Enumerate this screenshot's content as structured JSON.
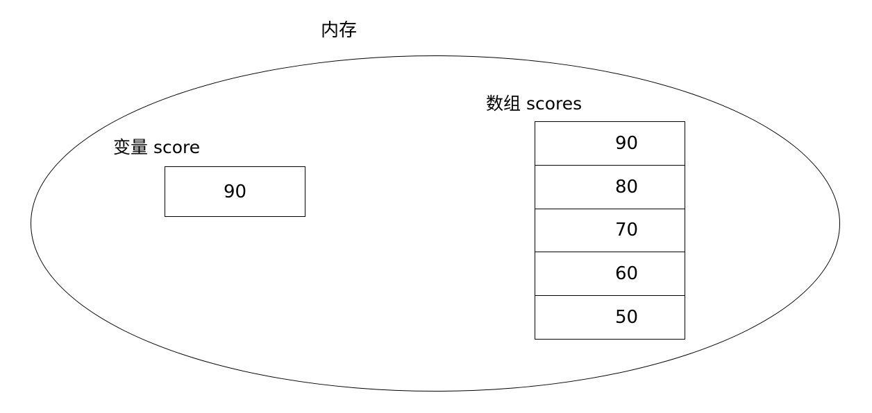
{
  "diagram": {
    "title": "内存",
    "shape": "ellipse",
    "outline_color": "#000000",
    "background_color": "#ffffff"
  },
  "variable": {
    "label": "变量 score",
    "value": "90"
  },
  "array": {
    "label": "数组 scores",
    "cells": [
      {
        "value": "90"
      },
      {
        "value": "80"
      },
      {
        "value": "70"
      },
      {
        "value": "60"
      },
      {
        "value": "50"
      }
    ]
  }
}
